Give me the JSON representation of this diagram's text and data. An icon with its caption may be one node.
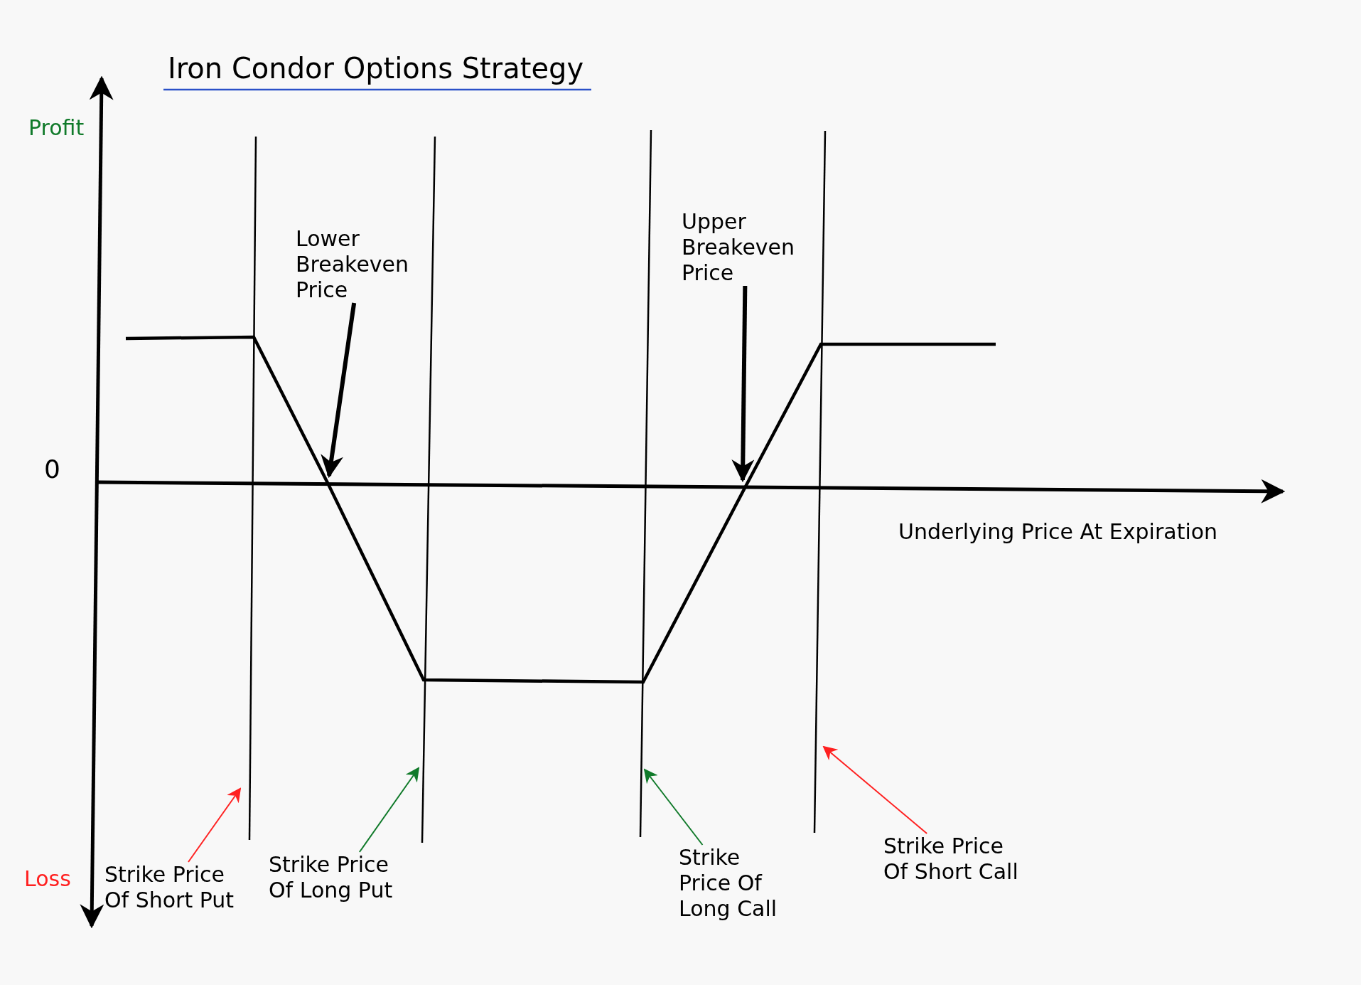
{
  "diagram": {
    "title": "Iron Condor Options Strategy",
    "nodes": [
      {
        "text": [
          "Lower Breakeven Price"
        ]
      },
      {
        "text": [
          "Upper Breakeven Price"
        ]
      },
      {
        "text": [
          "Strike Price Of Short Put"
        ]
      },
      {
        "text": [
          "Strike Price Of Long Put"
        ]
      },
      {
        "text": [
          "Strike Price Of Long Call"
        ]
      },
      {
        "text": [
          "Strike Price Of Short Call"
        ]
      },
      {
        "text": [],
        "shape": "line"
      },
      {
        "text": [],
        "shape": "line"
      },
      {
        "text": [],
        "shape": "line"
      },
      {
        "text": [],
        "shape": "line"
      },
      {
        "text": [],
        "shape": "line"
      }
    ],
    "edges": [
      {
        "from": 0,
        "to": 6,
        "arrow": "to",
        "style": "thick"
      },
      {
        "from": 1,
        "to": 6,
        "arrow": "to",
        "style": "thick"
      },
      {
        "from": 2,
        "to": 7,
        "arrow": "to",
        "color": "#ff2020"
      },
      {
        "from": 3,
        "to": 8,
        "arrow": "to",
        "color": "#107a2a"
      },
      {
        "from": 4,
        "to": 9,
        "arrow": "to",
        "color": "#107a2a"
      },
      {
        "from": 5,
        "to": 10,
        "arrow": "to",
        "color": "#ff2020"
      }
    ],
    "labels": [
      "Profit",
      "0",
      "Underlying Price At Expiration",
      "Loss"
    ]
  }
}
